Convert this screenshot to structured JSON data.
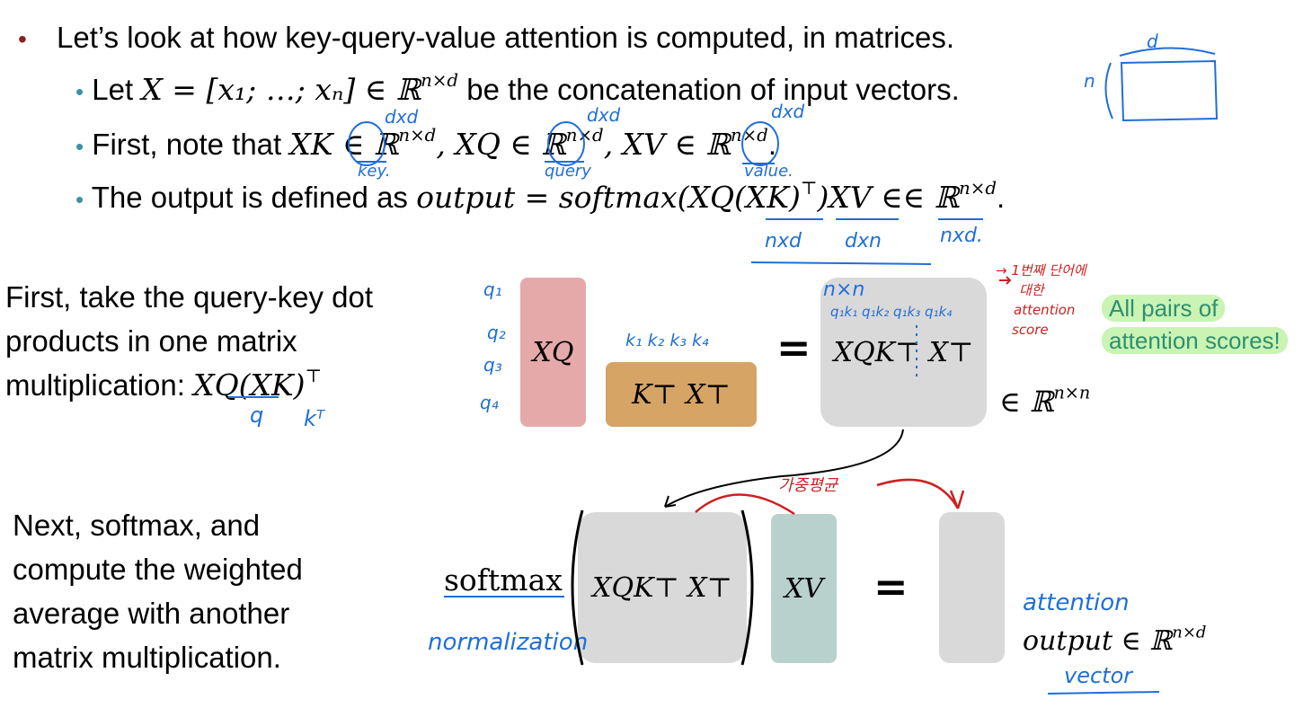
{
  "bullets": {
    "b1": "Let’s look at how key-query-value attention is computed, in matrices.",
    "b2_pre": "Let ",
    "b2_math": "X = [x₁; …; xₙ] ∈ ℝ",
    "b2_sup": "n×d",
    "b2_post": " be the concatenation of input vectors.",
    "b3_pre": "First, note that ",
    "b3_m1": "XK ∈ ℝ",
    "b3_m2": ", XQ ∈ ℝ",
    "b3_m3": ", XV ∈ ℝ",
    "b3_sup": "n×d",
    "b3_end": ".",
    "b4_pre": "The output is defined as ",
    "b4_math": "output =  softmax(XQ(XK)",
    "b4_t": "⊤",
    "b4_math2": ")XV ∈∈ ℝ",
    "b4_sup": "n×d",
    "b4_end": "."
  },
  "left_text": {
    "first_line1": "First, take the query-key dot",
    "first_line2": "products in one matrix",
    "first_line3_pre": "multiplication: ",
    "first_line3_math": "XQ(XK)",
    "first_line3_t": "⊤",
    "next_line1": "Next, softmax, and",
    "next_line2": "compute the weighted",
    "next_line3": "average with another",
    "next_line4": "matrix multiplication."
  },
  "matrices": {
    "xq": "XQ",
    "kt_xt": "K⊤ X⊤",
    "equals": "=",
    "xqkt_xt": "XQK⊤ X⊤",
    "in_rnn": "∈ ℝ",
    "in_rnn_sup": "n×n",
    "softmax": "softmax",
    "xqkt_xt_2": "XQK⊤ X⊤",
    "xv": "XV",
    "equals2": "=",
    "output_label": "output ∈ ℝ",
    "output_sup": "n×d"
  },
  "highlight": {
    "line1": "All pairs of",
    "line2": "attention scores!"
  },
  "annotations": {
    "dxd_1": "dxd",
    "dxd_2": "dxd",
    "dxd_3": "dxd",
    "key": "key.",
    "query": "query",
    "value": "value.",
    "nxd": "nxd",
    "dxn": "dxn",
    "nxd2": "nxd.",
    "d_top": "d",
    "n_side": "n",
    "q1": "q₁",
    "q2": "q₂",
    "q3": "q₃",
    "q4": "q₄",
    "k_row": "k₁ k₂ k₃ k₄",
    "nxn": "n×n",
    "qk_row": "q₁k₁ q₁k₂ q₁k₃ q₁k₄",
    "q_under": "q",
    "kt_under": "kᵀ",
    "korean1": "→ 1번째 단어에",
    "korean2": "대한",
    "korean3": "attention",
    "korean4": "score",
    "weighted": "가중평균",
    "normalization": "normalization",
    "attention_word": "attention",
    "vector_word": "vector"
  },
  "colors": {
    "xq_box": "#e6a9a9",
    "kt_box": "#d6a465",
    "gray_box": "#d9d9d9",
    "xv_box": "#b9d1cc",
    "highlight_green": "#c9f4b4",
    "hl_text": "#2f8f6f",
    "ink_blue": "#1f6fd8",
    "ink_red": "#cc2222",
    "bullet_red": "#8b1e1e",
    "bullet_teal": "#3f8fa8"
  }
}
